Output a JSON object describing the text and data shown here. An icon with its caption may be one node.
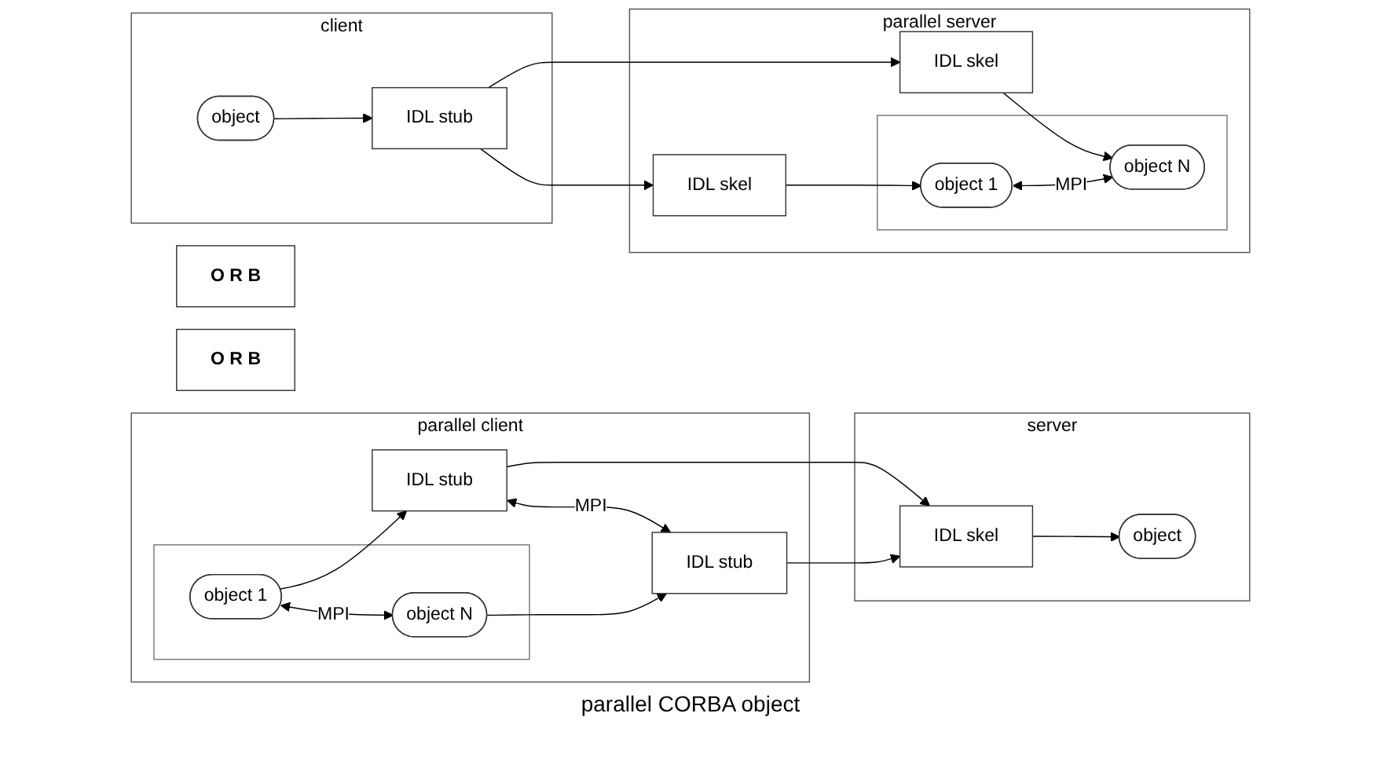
{
  "diagram": {
    "nodes": [
      {
        "text": [
          "client"
        ]
      },
      {
        "text": [
          "object"
        ],
        "in": 0
      },
      {
        "text": [
          "IDL stub"
        ],
        "in": 0
      },
      {
        "text": [
          "O R B"
        ]
      },
      {
        "text": [
          "parallel server"
        ]
      },
      {
        "text": [],
        "shape": "box",
        "in": 4
      },
      {
        "text": [
          "IDL skel"
        ],
        "in": 4
      },
      {
        "text": [
          "object 1"
        ],
        "in": 5
      },
      {
        "text": [
          "IDL skel"
        ],
        "in": 4
      },
      {
        "text": [
          "object N"
        ],
        "in": 5
      },
      {
        "text": [
          "parallel client"
        ]
      },
      {
        "text": [],
        "shape": "box",
        "in": 10
      },
      {
        "text": [
          "object 1"
        ],
        "in": 11
      },
      {
        "text": [
          "IDL stub"
        ],
        "in": 10
      },
      {
        "text": [
          "object N"
        ],
        "in": 11
      },
      {
        "text": [
          "IDL stub"
        ],
        "in": 10
      },
      {
        "text": [
          "O R B"
        ]
      },
      {
        "text": [
          "server"
        ]
      },
      {
        "text": [
          "IDL skel"
        ],
        "in": 17
      },
      {
        "text": [
          "object"
        ],
        "in": 17
      }
    ],
    "edges": [
      {
        "from": 1,
        "to": 2,
        "arrow": "to"
      },
      {
        "from": 2,
        "to": 6,
        "arrow": "to"
      },
      {
        "from": 2,
        "to": 8,
        "arrow": "to"
      },
      {
        "from": 6,
        "to": 7,
        "arrow": "to"
      },
      {
        "from": 8,
        "to": 9,
        "arrow": "to"
      },
      {
        "from": 7,
        "to": 9,
        "arrow": "both",
        "label": "MPI"
      },
      {
        "from": 12,
        "to": 14,
        "arrow": "both",
        "label": "MPI"
      },
      {
        "from": 13,
        "to": 15,
        "arrow": "both",
        "label": "MPI"
      },
      {
        "from": 12,
        "to": 13,
        "arrow": "to"
      },
      {
        "from": 14,
        "to": 15,
        "arrow": "to"
      },
      {
        "from": 13,
        "to": 18,
        "arrow": "to"
      },
      {
        "from": 15,
        "to": 18,
        "arrow": "to"
      },
      {
        "from": 18,
        "to": 19,
        "arrow": "to"
      }
    ],
    "labels": [
      "parallel CORBA object"
    ]
  }
}
